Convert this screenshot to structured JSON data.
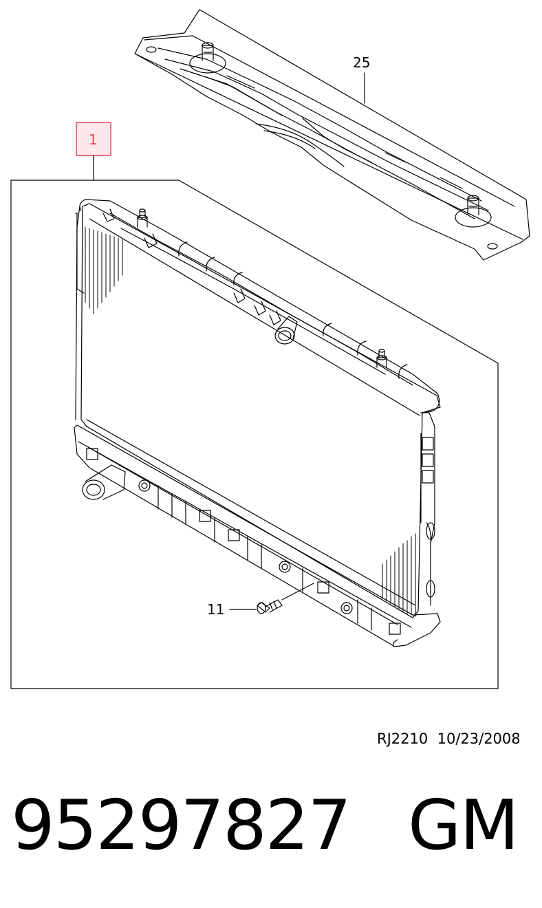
{
  "callouts": {
    "part_1": "1",
    "part_11": "11",
    "part_25": "25"
  },
  "footer": {
    "reference": "RJ2210",
    "date": "10/23/2008"
  },
  "part": {
    "number": "95297827",
    "brand": "GM"
  },
  "colors": {
    "line": "#000000",
    "highlight": "#e0465a",
    "highlight_fill": "#fde7ea"
  }
}
